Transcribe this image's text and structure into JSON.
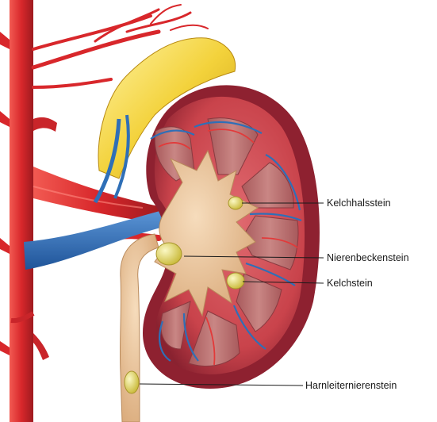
{
  "diagram": {
    "labels": [
      {
        "id": "kelchhalsstein",
        "text": "Kelchhalsstein"
      },
      {
        "id": "nierenbeckenstein",
        "text": "Nierenbeckenstein"
      },
      {
        "id": "kelchstein",
        "text": "Kelchstein"
      },
      {
        "id": "harnleiternierenstein",
        "text": "Harnleiternierenstein"
      }
    ]
  },
  "colors": {
    "artery": "#d8272b",
    "vein": "#2f6fb7",
    "cortex": "#c9434b",
    "capsule": "#9a2a36",
    "pyramid": "#b56a6a",
    "pelvis": "#e7c39c",
    "adrenal": "#f3d23b",
    "stone": "#e8e07a",
    "leader_line": "#1a1a1a"
  }
}
